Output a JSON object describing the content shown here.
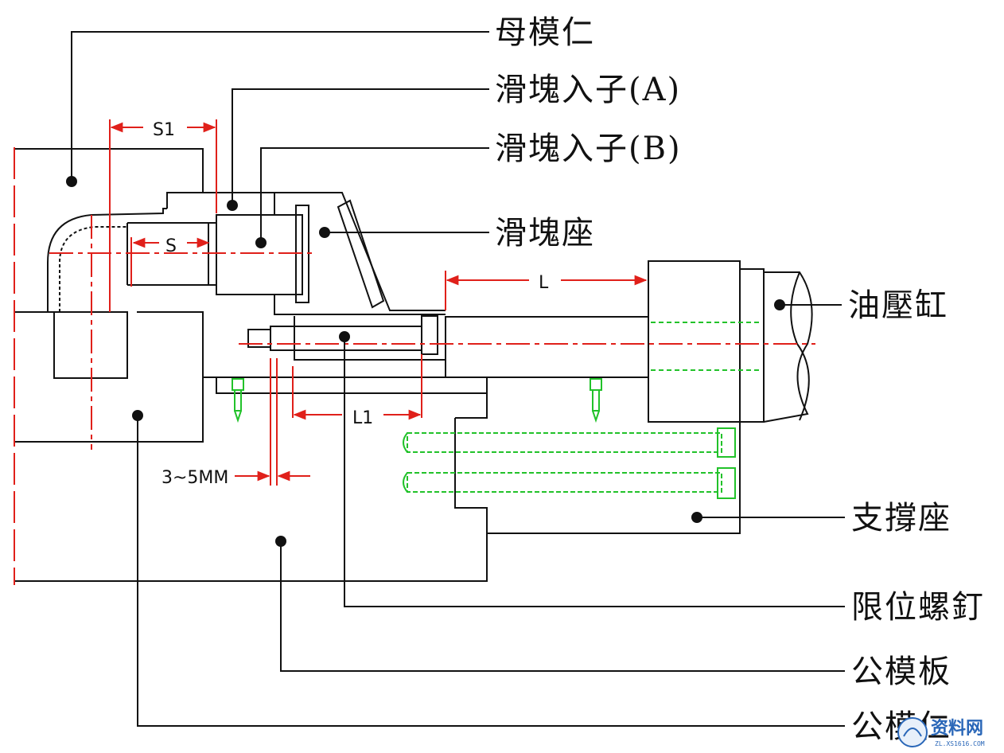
{
  "callouts": {
    "female_mold_core": "母模仁",
    "slide_insert_a": "滑塊入子(A)",
    "slide_insert_b": "滑塊入子(B)",
    "slide_seat": "滑塊座",
    "hydraulic_cylinder": "油壓缸",
    "support_seat": "支撐座",
    "limit_screw": "限位螺釘",
    "male_mold_plate": "公模板",
    "male_mold_core": "公模仁"
  },
  "dimensions": {
    "s1": "S1",
    "s": "S",
    "l": "L",
    "l1": "L1",
    "gap": "3~5MM"
  },
  "watermark": {
    "text": "资料网",
    "sub": "ZL.XS1616.COM"
  },
  "colors": {
    "outline": "#111111",
    "centerline": "#e0201a",
    "screw": "#22c22a",
    "dimension": "#e0201a"
  }
}
